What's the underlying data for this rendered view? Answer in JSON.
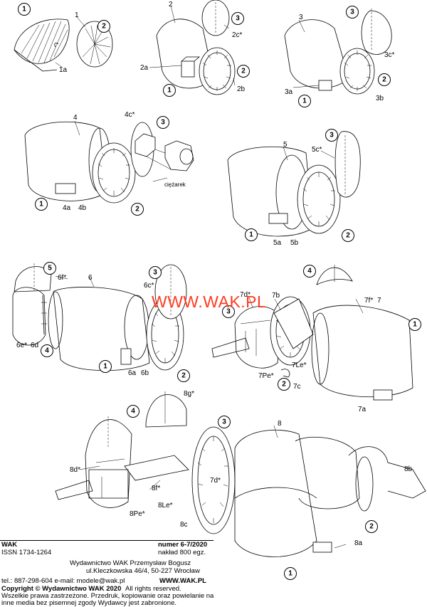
{
  "watermark": "WWW.WAK.PL",
  "circle_steps": {
    "s1a": "1",
    "s1b": "2",
    "s2a": "3",
    "s2b": "2",
    "s2c": "1",
    "s3a": "3",
    "s3b": "2",
    "s3c": "1",
    "s4a": "3",
    "s4b": "2",
    "s4c": "1",
    "s5a": "3",
    "s5b": "2",
    "s5c": "1",
    "s6a": "5",
    "s6b": "3",
    "s6c": "4",
    "s6d": "1",
    "s6e": "2",
    "s7a": "4",
    "s7b": "3",
    "s7c": "1",
    "s7d": "2",
    "s8a": "4",
    "s8b": "3",
    "s8c": "2",
    "s8d": "1"
  },
  "labels": {
    "l1": "1",
    "l1a": "1a",
    "l2": "2",
    "l2a": "2a",
    "l2b": "2b",
    "l2c": "2c*",
    "l3": "3",
    "l3a": "3a",
    "l3b": "3b",
    "l3c": "3c*",
    "l4": "4",
    "l4a": "4a",
    "l4b": "4b",
    "l4c": "4c*",
    "ciezarek": "ciężarek",
    "l5": "5",
    "l5a": "5a",
    "l5b": "5b",
    "l5c": "5c*",
    "l6": "6",
    "l6a": "6a",
    "l6b": "6b",
    "l6c": "6c*",
    "l6d": "6d",
    "l6e": "6e*",
    "l6f": "6f*",
    "l7": "7",
    "l7a": "7a",
    "l7b": "7b",
    "l7c": "7c",
    "l7d": "7d*",
    "l7f": "7f*",
    "l7le": "7Le*",
    "l7pe": "7Pe*",
    "l8": "8",
    "l8a": "8a",
    "l8b": "8b",
    "l8c": "8c",
    "l8d": "8d*",
    "l8f": "8f*",
    "l8g": "8g*",
    "l8le": "8Le*",
    "l8pe": "8Pe*",
    "l7d_small": "7d*"
  },
  "footer": {
    "wak": "WAK",
    "issn": "ISSN 1734-1264",
    "numer": "numer 6-7/2020",
    "naklad": "nakład 800 egz.",
    "publisher": "Wydawnictwo WAK Przemysław Bogusz",
    "address": "ul.Kleczkowska 46/4, 50-227 Wrocław",
    "contact": "tel.: 887-298-604 e-mail: modele@wak.pl",
    "website": "WWW.WAK.PL",
    "copyright": "Copyright © Wydawnictwo WAK 2020",
    "rights": "All rights reserved.",
    "notice1": "Wszelkie prawa zastrzeżone. Przedruk, kopiowanie oraz powielanie na",
    "notice2": "inne media bez pisemnej zgody Wydawcy jest zabronione."
  }
}
